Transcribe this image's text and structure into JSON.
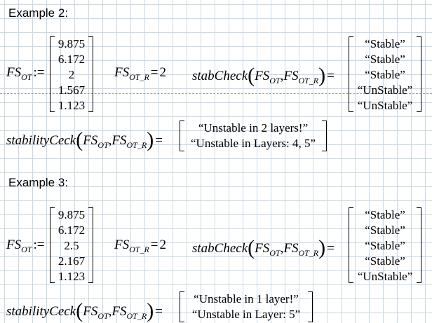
{
  "examples": [
    {
      "heading": "Example 2:",
      "fs_values": [
        "9.875",
        "6.172",
        "2",
        "1.567",
        "1.123"
      ],
      "fs_or_value": "2",
      "stab_results": [
        "“Stable”",
        "“Stable”",
        "“Stable”",
        "“UnStable”",
        "“UnStable”"
      ],
      "stability_results": [
        "“Unstable in 2 layers!”",
        "“Unstable in Layers: 4, 5”"
      ]
    },
    {
      "heading": "Example 3:",
      "fs_values": [
        "9.875",
        "6.172",
        "2.5",
        "2.167",
        "1.123"
      ],
      "fs_or_value": "2",
      "stab_results": [
        "“Stable”",
        "“Stable”",
        "“Stable”",
        "“Stable”",
        "“UnStable”"
      ],
      "stability_results": [
        "“Unstable in 1 layer!”",
        "“Unstable in Layer: 5”"
      ]
    }
  ],
  "symbols": {
    "fs": "FS",
    "ot_sub": "OT",
    "ot_r_sub": "OT_R",
    "assign_op": ":=",
    "eq_op": "=",
    "stabcheck_fn": "stabCheck",
    "stability_fn": "stabilityCeck",
    "comma": ","
  }
}
